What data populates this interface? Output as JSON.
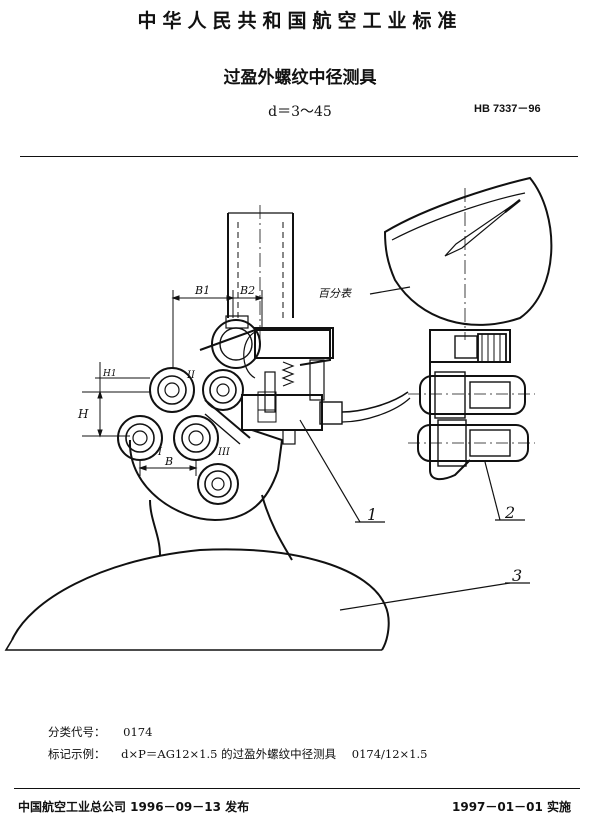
{
  "header": {
    "standard_name": "中华人民共和国航空工业标准",
    "title": "过盈外螺纹中径测具",
    "size_range": "d＝3～45",
    "standard_no": "HB 7337－96"
  },
  "drawing": {
    "labels": {
      "gauge": "百分表",
      "dim_b1": "B1",
      "dim_b2": "B2",
      "dim_h": "H",
      "dim_h1": "H1",
      "dim_b": "B",
      "roll_1": "I",
      "roll_2": "II",
      "roll_3": "III"
    },
    "callouts": [
      "1",
      "2",
      "3"
    ]
  },
  "meta": {
    "classification_label": "分类代号：",
    "classification_code": "0174",
    "marking_label": "标记示例：",
    "marking_text": "d×P＝AG12×1.5 的过盈外螺纹中径测具",
    "marking_code": "0174/12×1.5"
  },
  "footer": {
    "issuer": "中国航空工业总公司 1996－09－13 发布",
    "effective": "1997－01－01 实施"
  }
}
